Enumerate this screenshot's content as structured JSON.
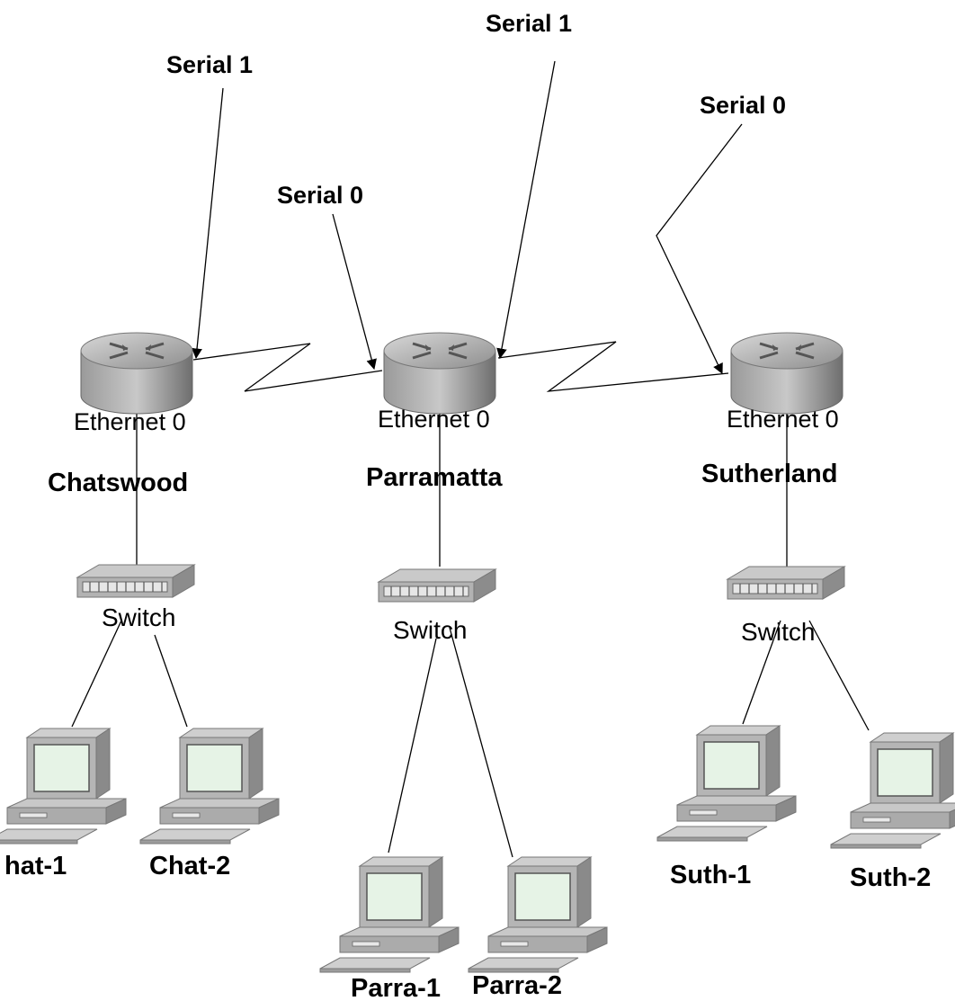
{
  "sites": [
    {
      "name": "Chatswood",
      "ethernet_label": "Ethernet 0",
      "switch_label": "Switch",
      "pcs": [
        "hat-1",
        "Chat-2"
      ]
    },
    {
      "name": "Parramatta",
      "ethernet_label": "Ethernet 0",
      "switch_label": "Switch",
      "pcs": [
        "Parra-1",
        "Parra-2"
      ]
    },
    {
      "name": "Sutherland",
      "ethernet_label": "Ethernet 0",
      "switch_label": "Switch",
      "pcs": [
        "Suth-1",
        "Suth-2"
      ]
    }
  ],
  "serial_labels": {
    "chatswood_s1": "Serial 1",
    "parramatta_s0": "Serial 0",
    "parramatta_s1": "Serial 1",
    "sutherland_s0": "Serial 0"
  }
}
